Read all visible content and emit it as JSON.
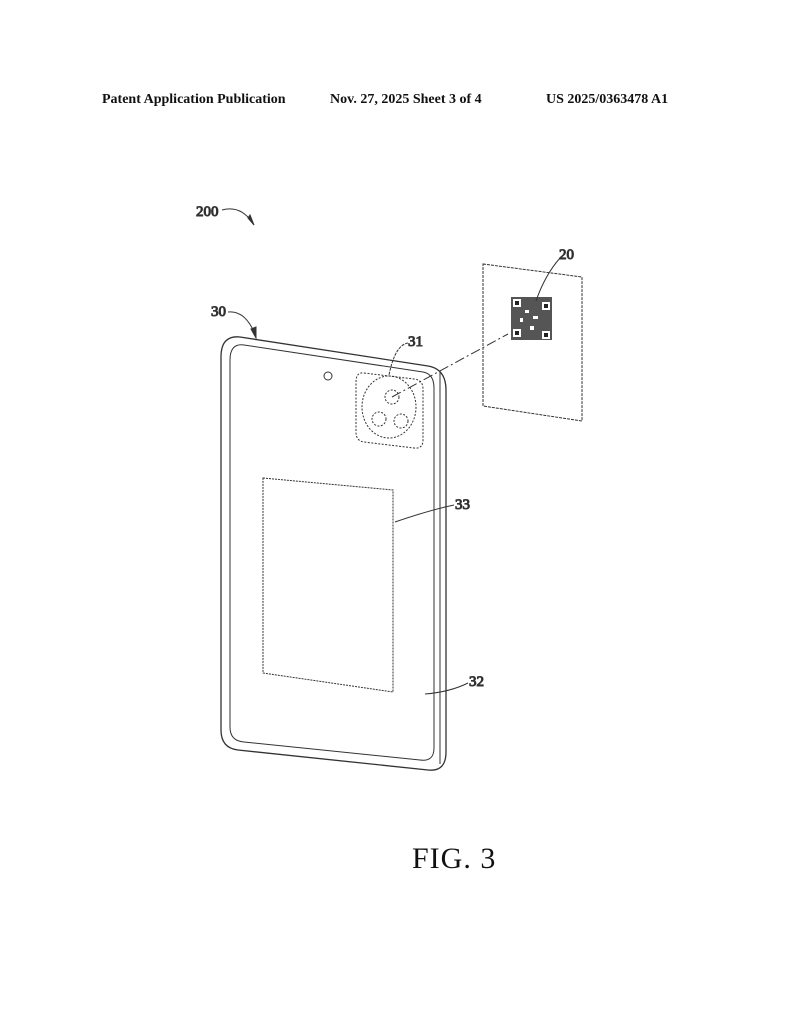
{
  "header": {
    "publication": "Patent Application Publication",
    "date_sheet": "Nov. 27, 2025  Sheet 3 of 4",
    "number": "US 2025/0363478 A1"
  },
  "figure": {
    "caption": "FIG. 3",
    "labels": {
      "device_assembly": "200",
      "code_card": "20",
      "phone": "30",
      "camera": "31",
      "body": "32",
      "display": "33"
    }
  }
}
